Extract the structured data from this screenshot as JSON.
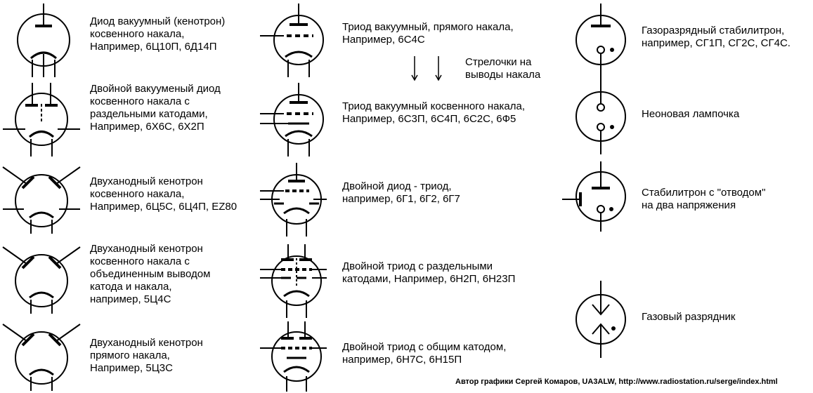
{
  "items": [
    {
      "label": "Диод вакуумный (кенотрон)\nкосвенного накала,\nНапример, 6Ц10П, 6Д14П"
    },
    {
      "label": "Двойной вакууменый диод\nкосвенного накала с\nраздельными катодами,\nНапример, 6Х6С, 6Х2П"
    },
    {
      "label": "Двуханодный кенотрон\nкосвенного накала,\nНапример, 6Ц5С, 6Ц4П, EZ80"
    },
    {
      "label": "Двуханодный кенотрон\nкосвенного накала с\nобъединенным выводом\nкатода и накала,\nнапример, 5Ц4С"
    },
    {
      "label": "Двуханодный кенотрон\nпрямого накала,\nНапример, 5Ц3С"
    },
    {
      "label": "Триод вакуумный, прямого накала,\nНапример, 6С4С"
    },
    {
      "label": "Триод вакуумный косвенного накала,\nНапример, 6С3П, 6С4П, 6С2С, 6Ф5"
    },
    {
      "label": "Двойной диод - триод,\nнапример, 6Г1, 6Г2, 6Г7"
    },
    {
      "label": "Двойной триод с раздельными\nкатодами, Например, 6Н2П, 6Н23П"
    },
    {
      "label": "Двойной триод с общим катодом,\nнапример, 6Н7С, 6Н15П"
    },
    {
      "label": "Газоразрядный стабилитрон,\nнапример, СГ1П, СГ2С, СГ4С."
    },
    {
      "label": "Неоновая лампочка"
    },
    {
      "label": "Стабилитрон с \"отводом\"\nна два напряжения"
    },
    {
      "label": "Газовый разрядник"
    }
  ],
  "arrow_note": "Стрелочки на\nвыводы накала",
  "footer": "Автор графики Сергей Комаров, UA3ALW, http://www.radiostation.ru/serge/index.html"
}
